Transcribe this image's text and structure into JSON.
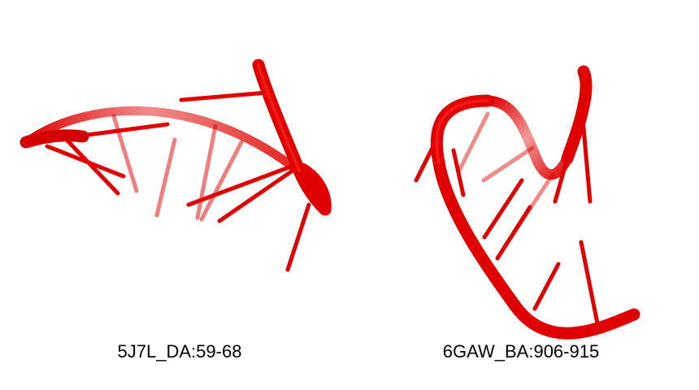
{
  "panels": [
    {
      "label": "5J7L_DA:59-68",
      "molecule": "rna-backbone-cartoon",
      "color": "#e00000"
    },
    {
      "label": "6GAW_BA:906-915",
      "molecule": "rna-backbone-cartoon",
      "color": "#e00000"
    }
  ]
}
